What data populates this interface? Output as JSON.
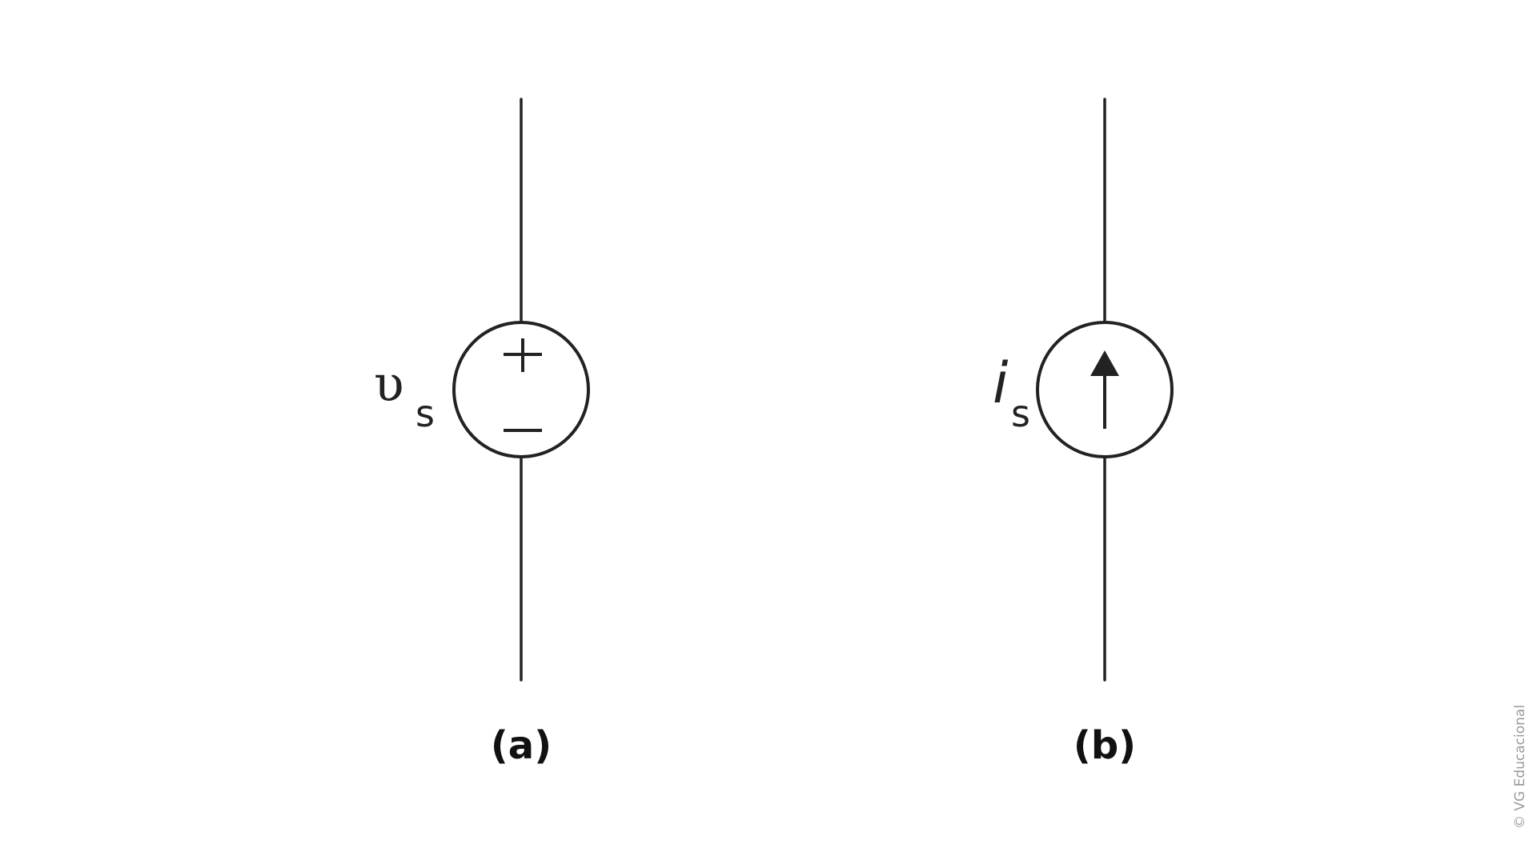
{
  "diagram": {
    "voltage_source": {
      "label_symbol": "υ",
      "label_subscript": "s",
      "plus_sign": "+",
      "minus_sign": "−",
      "caption": "(a)"
    },
    "current_source": {
      "label_symbol": "i",
      "label_subscript": "s",
      "caption": "(b)"
    },
    "credit": "© VG Educacional"
  },
  "colors": {
    "stroke": "#222222",
    "credit_text": "#9a9a9a",
    "background": "#ffffff"
  }
}
